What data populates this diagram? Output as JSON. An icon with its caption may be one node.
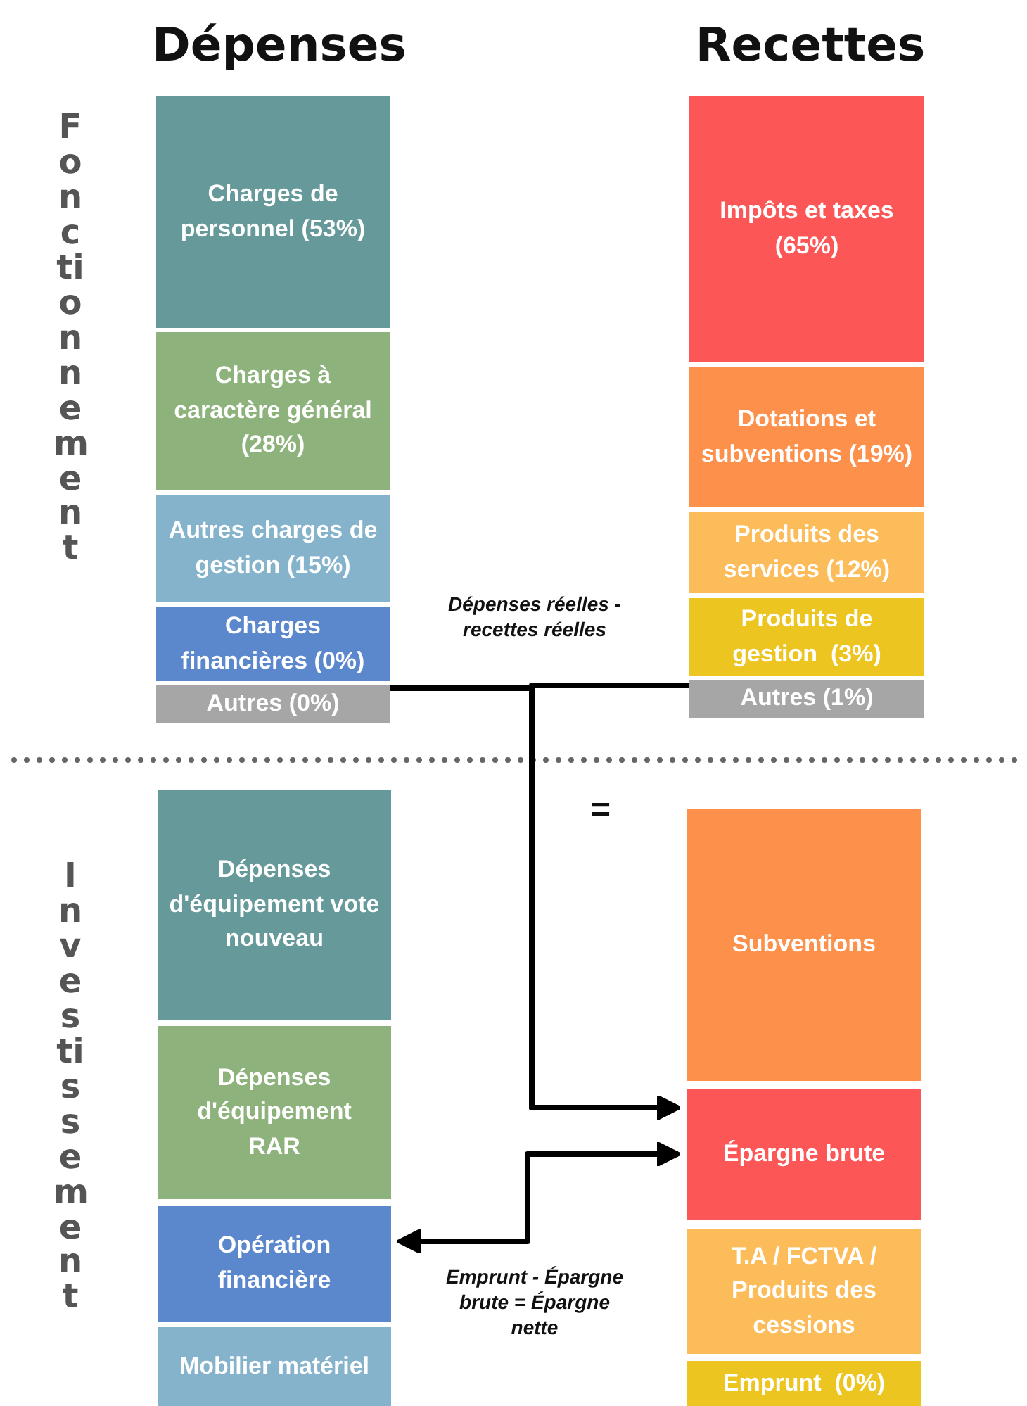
{
  "diagram": {
    "nodes": [
      {
        "text": [
          "Charges de personnel (53%)"
        ]
      },
      {
        "text": [
          "Charges à caractère général (28%)"
        ]
      },
      {
        "text": [
          "Autres charges de gestion (15%)"
        ]
      },
      {
        "text": [
          "Charges financières (0%)"
        ]
      },
      {
        "text": [
          "Autres (0%)"
        ]
      },
      {
        "text": [
          "Impôts et taxes (65%)"
        ]
      },
      {
        "text": [
          "Dotations et subventions (19%)"
        ]
      },
      {
        "text": [
          "Produits des services (12%)"
        ]
      },
      {
        "text": [
          "Produits de gestion  (3%)"
        ]
      },
      {
        "text": [
          "Autres (1%)"
        ]
      },
      {
        "text": [
          "Dépenses d'équipement vote nouveau"
        ]
      },
      {
        "text": [
          "Dépenses d'équipement RAR"
        ]
      },
      {
        "text": [
          "Opération financière"
        ]
      },
      {
        "text": [
          "Mobilier matériel"
        ]
      },
      {
        "text": [
          "Subventions"
        ]
      },
      {
        "text": [
          "Épargne brute"
        ]
      },
      {
        "text": [
          "T.A / FCTVA / Produits des cessions"
        ]
      },
      {
        "text": [
          "Emprunt  (0%)"
        ]
      }
    ],
    "edges": [
      {
        "from": 4,
        "to": 15,
        "arrow": "to"
      },
      {
        "from": 9,
        "to": 15,
        "arrow": "to"
      },
      {
        "from": 12,
        "to": 15,
        "arrow": "both"
      }
    ],
    "labels": [
      "Dépenses",
      "Recettes",
      "Fonctionnement",
      "Investissement",
      "Dépenses réelles - recettes réelles",
      "=",
      "Emprunt - Épargne brute = Épargne nette"
    ]
  }
}
